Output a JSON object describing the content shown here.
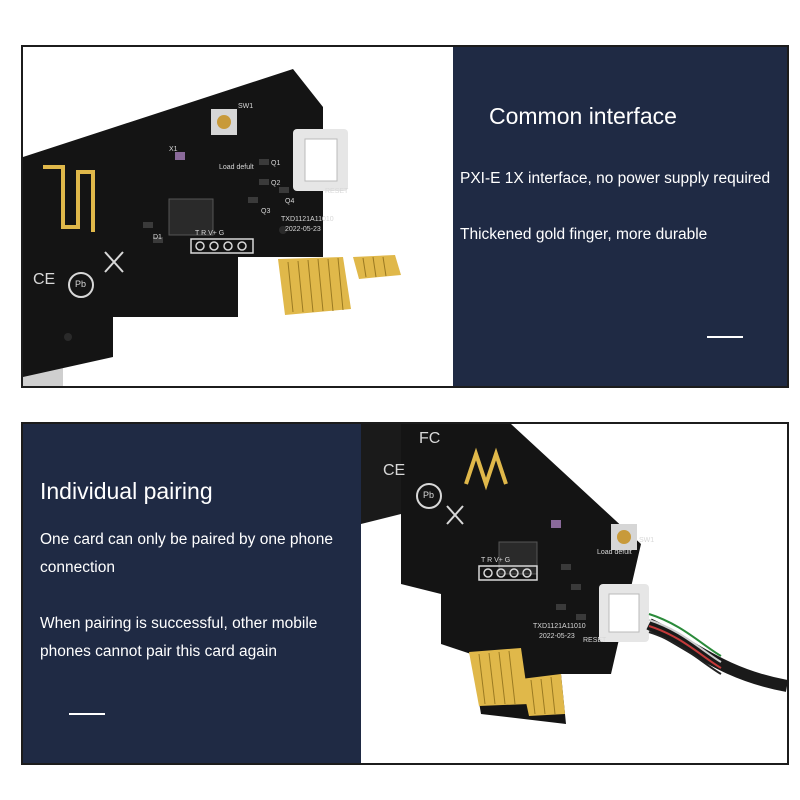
{
  "panel_top": {
    "title": "Common interface",
    "line1": "PXI-E 1X interface, no power supply required",
    "line2": "Thickened gold finger, more durable",
    "board_text": {
      "button_label": "Load defult",
      "sw_label": "SW1",
      "reset_label": "RESET",
      "model": "TXD1121A11010",
      "date": "2022-05-23",
      "header_pins": "T  R  V+  G",
      "pb": "Pb",
      "ce": "CE",
      "d1": "D1",
      "x1": "X1",
      "q_labels": [
        "Q1",
        "Q2",
        "Q3",
        "Q4"
      ]
    }
  },
  "panel_bottom": {
    "title": "Individual pairing",
    "line1a": "One card can only be paired by one phone",
    "line1b": " connection",
    "line2a": "When pairing is successful, other mobile",
    "line2b": "phones cannot pair this card again",
    "board_text": {
      "button_label": "Load defult",
      "sw_label": "SW1",
      "reset_label": "RESET",
      "model": "TXD1121A11010",
      "date": "2022-05-23",
      "header_pins": "T  R  V+  G",
      "pb": "Pb",
      "ce": "CE",
      "fc": "FC"
    }
  },
  "colors": {
    "panel_bg": "#1f2a44",
    "board": "#141414",
    "gold": "#e0b84a",
    "connector": "#e6e6e6",
    "silkscreen": "#d8d8d8"
  }
}
